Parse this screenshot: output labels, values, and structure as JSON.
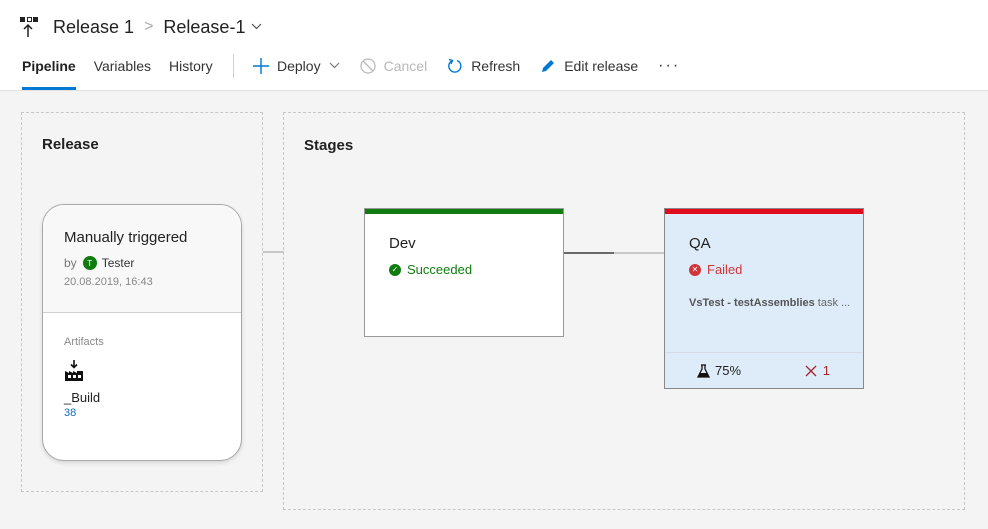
{
  "header": {
    "breadcrumb": [
      "Release 1",
      "Release-1"
    ],
    "separator": ">",
    "tabs": [
      {
        "label": "Pipeline",
        "active": true
      },
      {
        "label": "Variables",
        "active": false
      },
      {
        "label": "History",
        "active": false
      }
    ],
    "toolbar": {
      "deploy": "Deploy",
      "cancel": "Cancel",
      "refresh": "Refresh",
      "edit_release": "Edit release",
      "more": "···"
    }
  },
  "release_panel": {
    "title": "Release",
    "trigger": {
      "title": "Manually triggered",
      "by_label": "by",
      "user_initial": "T",
      "user": "Tester",
      "date": "20.08.2019, 16:43"
    },
    "artifacts": {
      "label": "Artifacts",
      "name": "_Build",
      "version": "38"
    }
  },
  "stages_panel": {
    "title": "Stages",
    "stages": [
      {
        "name": "Dev",
        "status": "Succeeded",
        "status_color": "#107c10",
        "bar_color": "#107c10"
      },
      {
        "name": "QA",
        "status": "Failed",
        "status_color": "#d13438",
        "bar_color": "#e00b1c",
        "task_bold": "VsTest - testAssemblies",
        "task_rest": " task ...",
        "test_pass": "75%",
        "failed_count": "1"
      }
    ]
  },
  "colors": {
    "accent": "#0078d4",
    "success": "#107c10",
    "failure": "#d13438",
    "failed_stage_bg": "#deecf9"
  }
}
